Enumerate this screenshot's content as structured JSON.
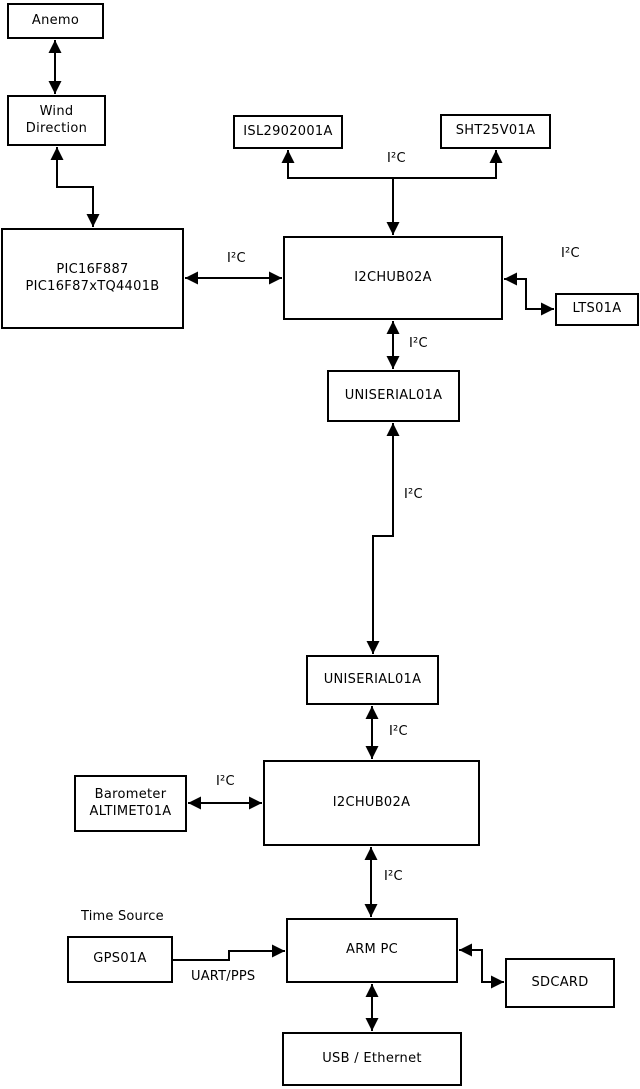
{
  "diagram": {
    "colors": {
      "background": "#ffffff",
      "line": "#000000",
      "box_fill": "#ffffff",
      "text": "#000000"
    },
    "nodes": {
      "anemo": {
        "label": "Anemo"
      },
      "wind_direction": {
        "label": "Wind\nDirection"
      },
      "pic": {
        "label": "PIC16F887\nPIC16F87xTQ4401B"
      },
      "isl": {
        "label": "ISL2902001A"
      },
      "sht": {
        "label": "SHT25V01A"
      },
      "i2chub_upper": {
        "label": "I2CHUB02A"
      },
      "lts": {
        "label": "LTS01A"
      },
      "uniserial_upper": {
        "label": "UNISERIAL01A"
      },
      "uniserial_lower": {
        "label": "UNISERIAL01A"
      },
      "i2chub_lower": {
        "label": "I2CHUB02A"
      },
      "barometer": {
        "label": "Barometer\nALTIMET01A"
      },
      "arm_pc": {
        "label": "ARM PC"
      },
      "gps": {
        "label": "GPS01A"
      },
      "sdcard": {
        "label": "SDCARD"
      },
      "usb_ethernet": {
        "label": "USB / Ethernet"
      }
    },
    "edge_labels": {
      "i2c_pic_hub": "I²C",
      "i2c_sensor_bus": "I²C",
      "i2c_lts": "I²C",
      "i2c_hub_uniserial": "I²C",
      "i2c_uniserial_link": "I²C",
      "i2c_uniserial_hub": "I²C",
      "i2c_barometer": "I²C",
      "i2c_hub_arm": "I²C",
      "uart_pps": "UART/PPS"
    },
    "annotations": {
      "time_source": "Time Source"
    }
  }
}
